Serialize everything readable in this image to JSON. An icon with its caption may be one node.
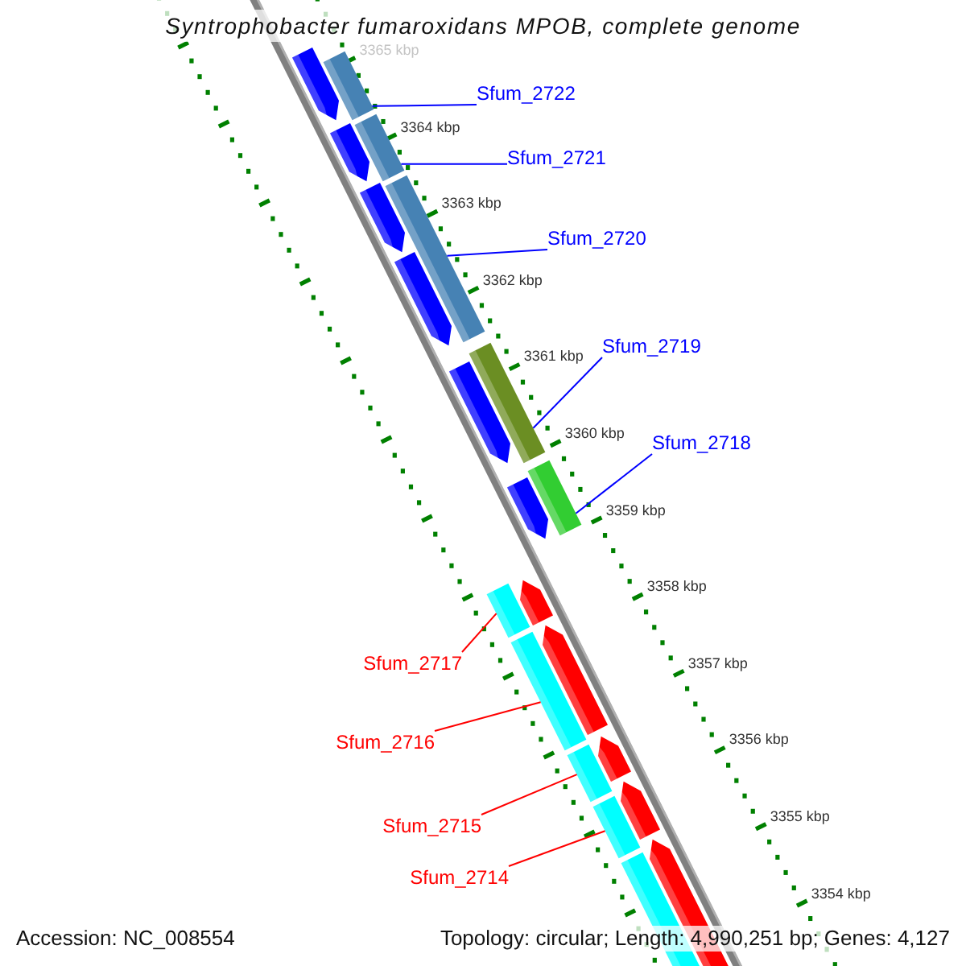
{
  "diagram": {
    "title": "Syntrophobacter fumaroxidans MPOB, complete genome",
    "nodes": [
      {
        "text": [
          "Sfum_2722"
        ]
      },
      {
        "text": [
          "Sfum_2721"
        ]
      },
      {
        "text": [
          "Sfum_2720"
        ]
      },
      {
        "text": [
          "Sfum_2719"
        ]
      },
      {
        "text": [
          "Sfum_2718"
        ]
      },
      {
        "text": [
          "Sfum_2717"
        ]
      },
      {
        "text": [
          "Sfum_2716"
        ]
      },
      {
        "text": [
          "Sfum_2715"
        ]
      },
      {
        "text": [
          "Sfum_2714"
        ]
      },
      {
        "text": [],
        "shape": "bar"
      },
      {
        "text": [],
        "shape": "bar"
      },
      {
        "text": [],
        "shape": "bar"
      },
      {
        "text": [],
        "shape": "bar"
      },
      {
        "text": [],
        "shape": "bar"
      },
      {
        "text": [],
        "shape": "bar"
      },
      {
        "text": [],
        "shape": "bar"
      },
      {
        "text": [],
        "shape": "bar"
      },
      {
        "text": [],
        "shape": "bar"
      }
    ],
    "edges": [
      {
        "from": 0,
        "to": 9,
        "arrow": "none",
        "color": "#0000ff"
      },
      {
        "from": 1,
        "to": 10,
        "arrow": "none",
        "color": "#0000ff"
      },
      {
        "from": 2,
        "to": 11,
        "arrow": "none",
        "color": "#0000ff"
      },
      {
        "from": 3,
        "to": 12,
        "arrow": "none",
        "color": "#0000ff"
      },
      {
        "from": 4,
        "to": 13,
        "arrow": "none",
        "color": "#0000ff"
      },
      {
        "from": 5,
        "to": 14,
        "arrow": "none",
        "color": "#ff0000"
      },
      {
        "from": 6,
        "to": 15,
        "arrow": "none",
        "color": "#ff0000"
      },
      {
        "from": 7,
        "to": 16,
        "arrow": "none",
        "color": "#ff0000"
      },
      {
        "from": 8,
        "to": 17,
        "arrow": "none",
        "color": "#ff0000"
      }
    ],
    "labels": [
      "3365 kbp",
      "3364 kbp",
      "3363 kbp",
      "3362 kbp",
      "3361 kbp",
      "3360 kbp",
      "3359 kbp",
      "3358 kbp",
      "3357 kbp",
      "3356 kbp",
      "3355 kbp",
      "3354 kbp",
      "Accession: NC_008554",
      "Topology: circular; Length: 4,990,251 bp; Genes: 4,127"
    ]
  }
}
